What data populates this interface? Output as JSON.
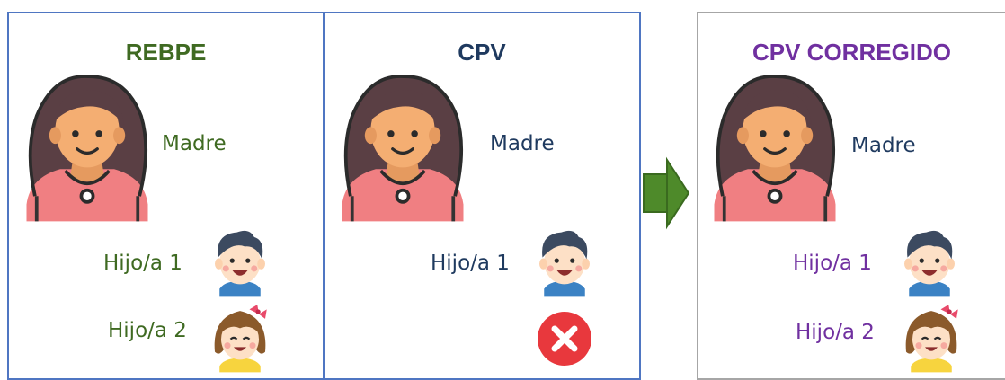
{
  "colors": {
    "green": "#3f6a22",
    "navy": "#1f3a5f",
    "purple": "#7030a0",
    "box_blue": "#4f76c2",
    "box_gray": "#a6a6a6",
    "arrow_green": "#4e8a2a"
  },
  "panels": [
    {
      "title": "REBPE",
      "mother_label": "Madre",
      "child1_label": "Hijo/a 1",
      "child2_label": "Hijo/a 2"
    },
    {
      "title": "CPV",
      "mother_label": "Madre",
      "child1_label": "Hijo/a 1",
      "child2_status": "missing-icon"
    },
    {
      "title": "CPV CORREGIDO",
      "mother_label": "Madre",
      "child1_label": "Hijo/a 1",
      "child2_label": "Hijo/a 2"
    }
  ]
}
